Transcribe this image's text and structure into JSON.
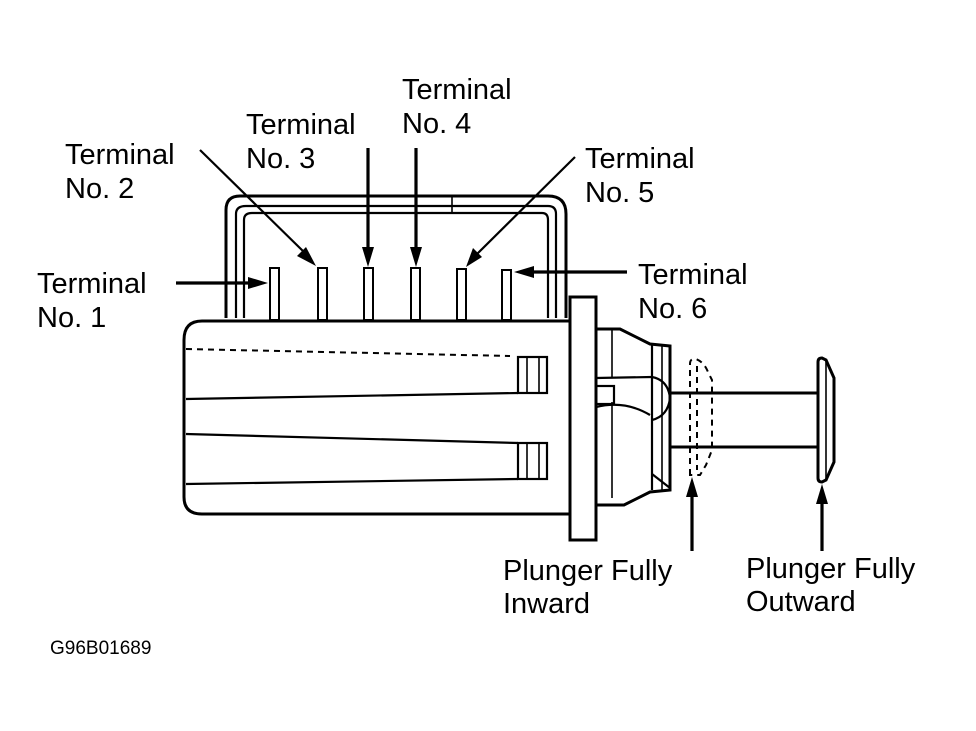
{
  "diagram": {
    "subject": "Switch connector with plunger",
    "labels": {
      "terminal_1": {
        "line1": "Terminal",
        "line2": "No. 1"
      },
      "terminal_2": {
        "line1": "Terminal",
        "line2": "No. 2"
      },
      "terminal_3": {
        "line1": "Terminal",
        "line2": "No. 3"
      },
      "terminal_4": {
        "line1": "Terminal",
        "line2": "No. 4"
      },
      "terminal_5": {
        "line1": "Terminal",
        "line2": "No. 5"
      },
      "terminal_6": {
        "line1": "Terminal",
        "line2": "No. 6"
      },
      "plunger_inward": {
        "line1": "Plunger Fully",
        "line2": "Inward"
      },
      "plunger_outward": {
        "line1": "Plunger Fully",
        "line2": "Outward"
      }
    },
    "figure_code": "G96B01689",
    "colors": {
      "ink": "#000000",
      "paper": "#ffffff"
    }
  }
}
